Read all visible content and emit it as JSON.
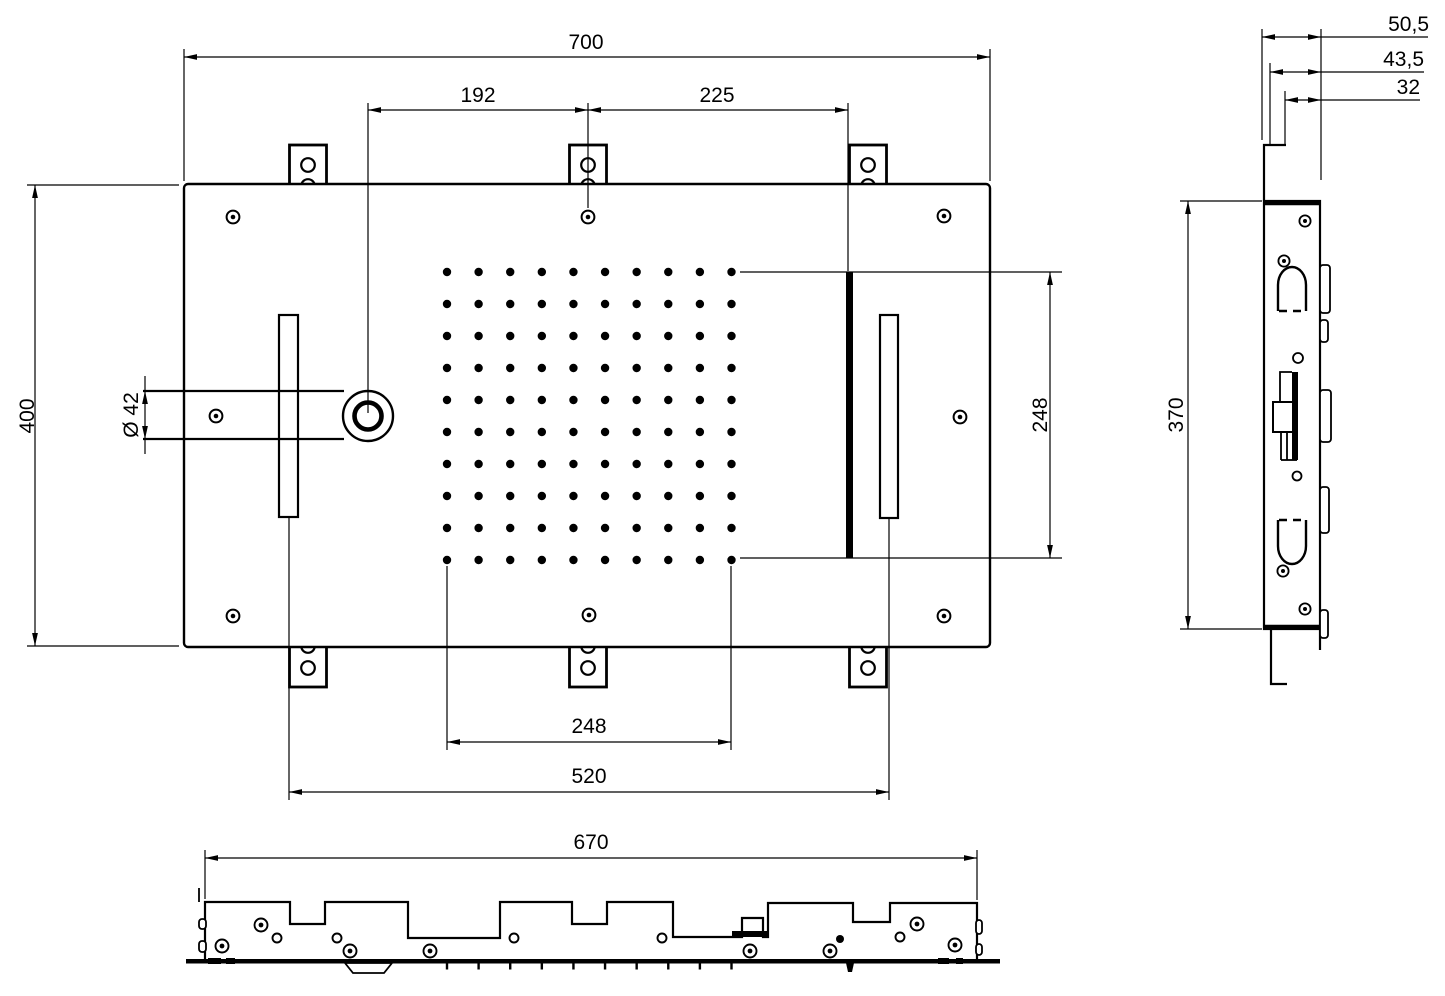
{
  "drawing": {
    "type": "technical installation drawing",
    "views": {
      "plan": "plan view",
      "side": "side view",
      "bottom": "bottom view"
    }
  },
  "dims": {
    "panel_width": "700",
    "inlet_offset_x": "192",
    "diverter_offset_x": "225",
    "panel_height": "400",
    "inlet_diameter": "Ø 42",
    "spray_field_height": "248",
    "spray_field_width": "248",
    "slot_spacing": "520",
    "frame_width": "670",
    "side_plate_height": "370",
    "depth_total": "50,5",
    "depth_mid": "43,5",
    "depth_tab": "32"
  },
  "spray_grid": {
    "rows": 10,
    "cols": 10
  },
  "colors": {
    "line": "#000000",
    "background": "#ffffff"
  }
}
